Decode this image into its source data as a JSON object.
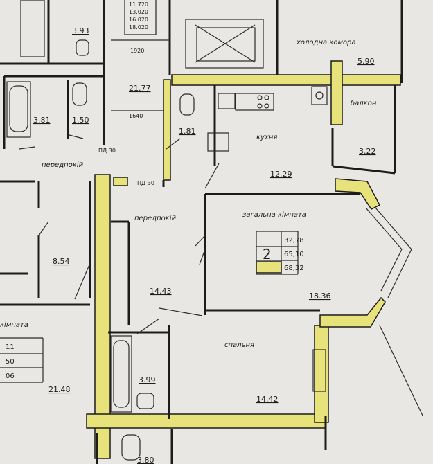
{
  "rooms": {
    "cold_storage": {
      "label": "холодна комора",
      "area": "5.90"
    },
    "balcony": {
      "label": "балкон",
      "area": "3.22"
    },
    "kitchen": {
      "label": "кухня",
      "area": "12.29"
    },
    "living_room": {
      "label": "загальна кімната",
      "area": "18.36"
    },
    "hallway": {
      "label": "передпокій",
      "area": "14.43"
    },
    "bedroom": {
      "label": "спальня",
      "area": "14.42"
    },
    "bathroom": {
      "area": "3.99"
    },
    "wc": {
      "area": "1.81"
    },
    "left_hall": {
      "label": "передпокій"
    },
    "left_bath": {
      "area": "3.81"
    },
    "left_wc": {
      "area": "1.50"
    },
    "left_room": {
      "area": "8.54"
    },
    "left_big": {
      "label": "кімната",
      "area": "21.48"
    },
    "top_left_bath": {
      "area": "3.93"
    },
    "corridor": {
      "area": "21.77"
    },
    "bottom_room": {
      "area": "3.80"
    }
  },
  "apartment": {
    "rooms_count": "2",
    "living_area": "32,78",
    "total_area": "65,10",
    "total_with_balcony": "68,32"
  },
  "left_apartment": {
    "values": [
      "11",
      "50",
      "06"
    ]
  },
  "top_areas": [
    "11.720",
    "13.020",
    "16.020",
    "18.020"
  ],
  "dimensions": {
    "d1920": "1920",
    "d1640": "1640"
  },
  "doors": {
    "pd30_a": "ПД 30",
    "pd30_b": "ПД 30"
  }
}
